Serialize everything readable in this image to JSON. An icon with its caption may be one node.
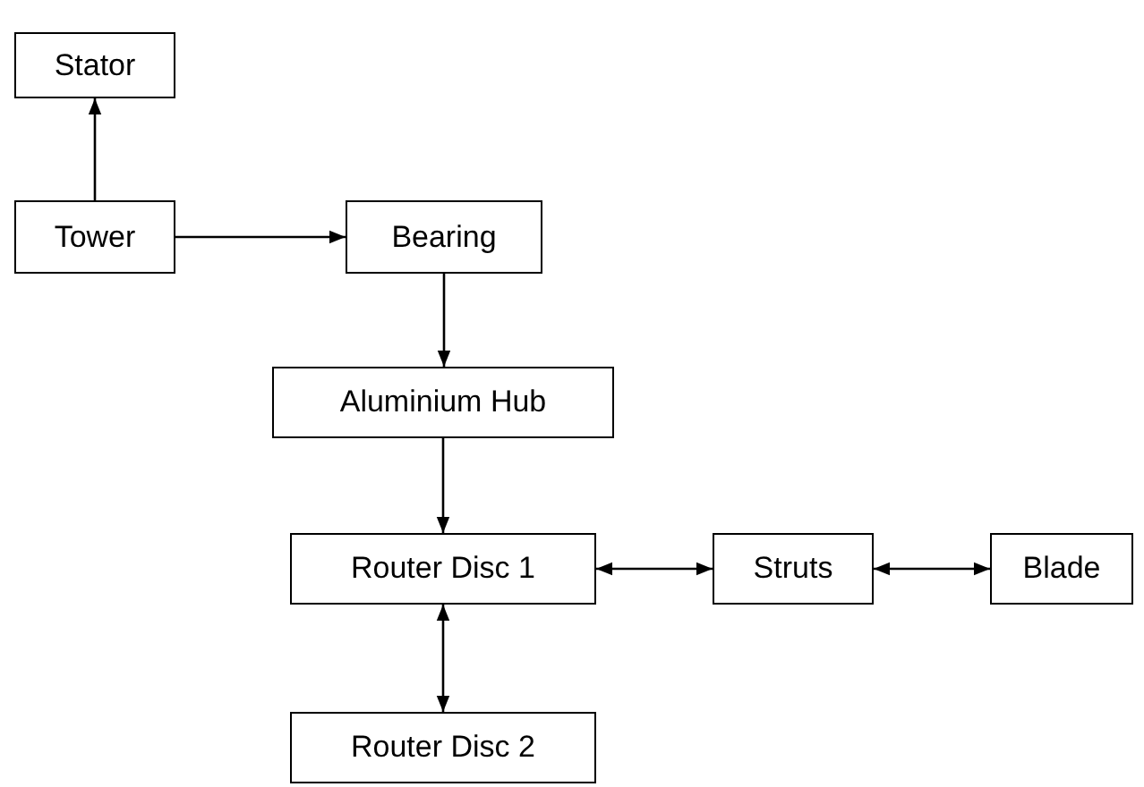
{
  "diagram": {
    "nodes": [
      {
        "text": [
          "Stator"
        ]
      },
      {
        "text": [
          "Tower"
        ]
      },
      {
        "text": [
          "Bearing"
        ]
      },
      {
        "text": [
          "Aluminium Hub"
        ]
      },
      {
        "text": [
          "Router Disc 1"
        ]
      },
      {
        "text": [
          "Struts"
        ]
      },
      {
        "text": [
          "Blade"
        ]
      },
      {
        "text": [
          "Router Disc 2"
        ]
      }
    ],
    "edges": [
      {
        "from": 1,
        "to": 0,
        "arrow": "to"
      },
      {
        "from": 1,
        "to": 2,
        "arrow": "to"
      },
      {
        "from": 2,
        "to": 3,
        "arrow": "to"
      },
      {
        "from": 3,
        "to": 4,
        "arrow": "to"
      },
      {
        "from": 4,
        "to": 5,
        "arrow": "both"
      },
      {
        "from": 5,
        "to": 6,
        "arrow": "both"
      },
      {
        "from": 4,
        "to": 7,
        "arrow": "both"
      }
    ]
  }
}
